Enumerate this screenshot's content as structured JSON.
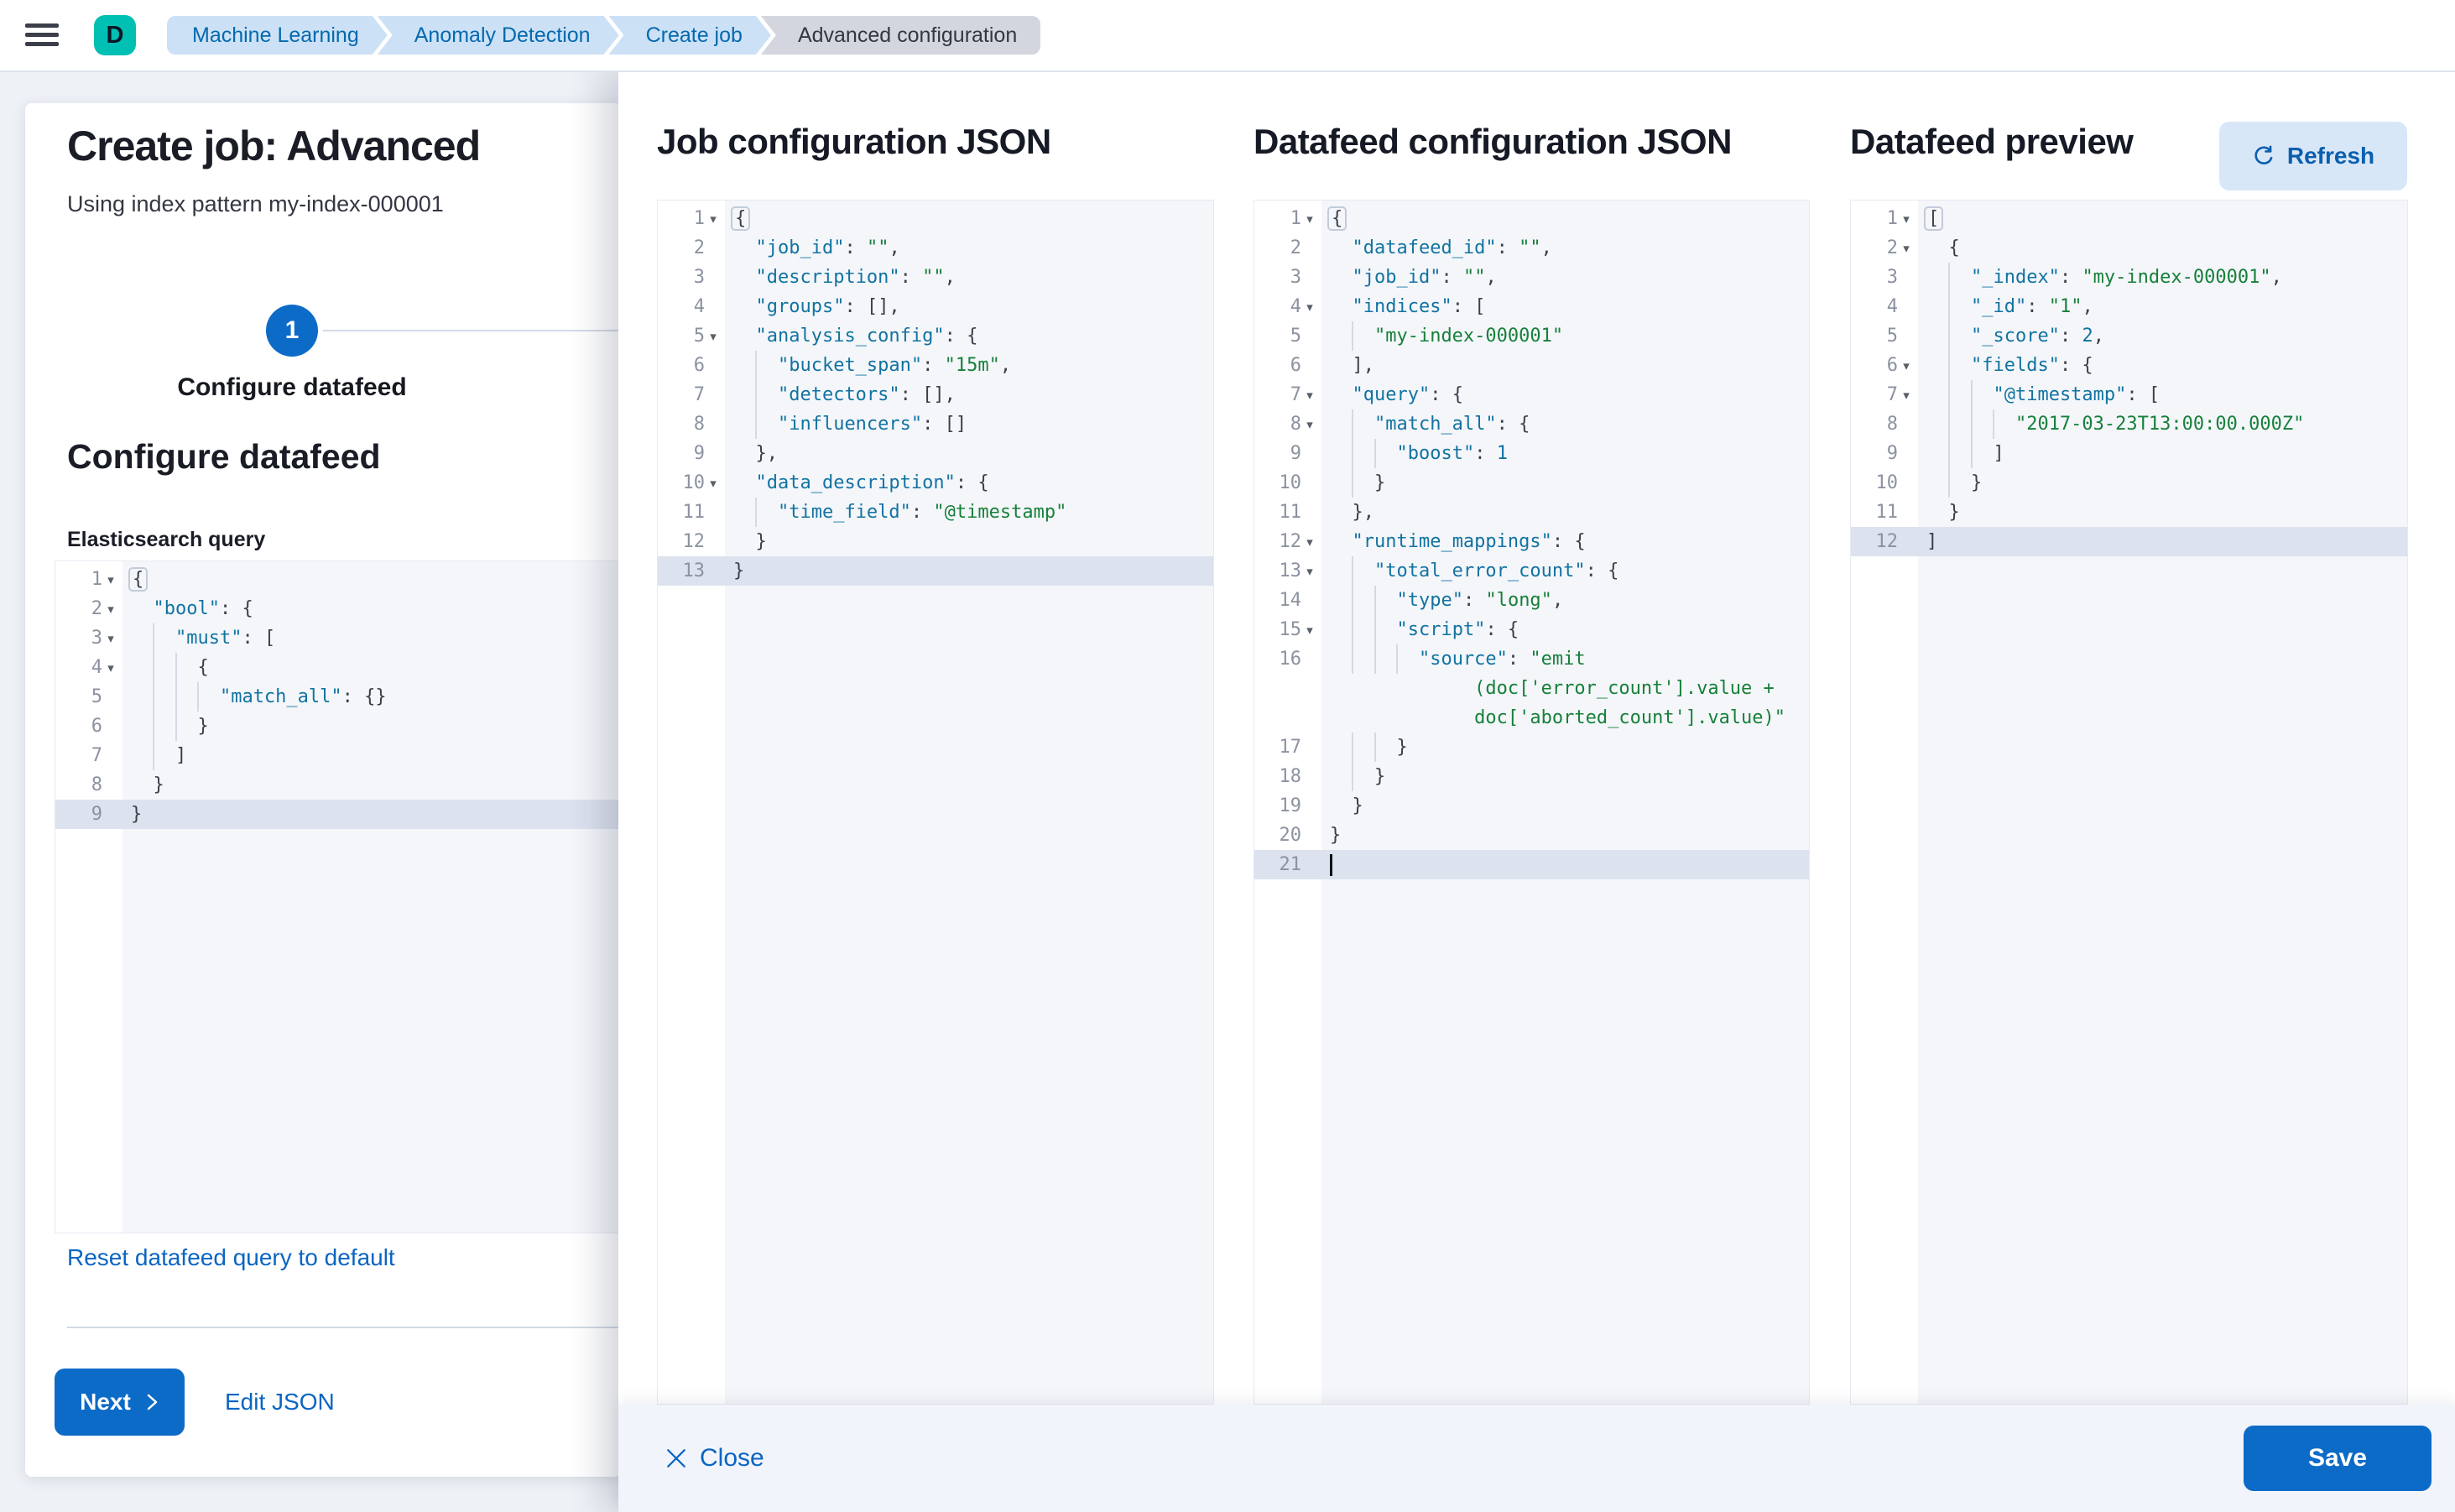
{
  "topbar": {
    "logo_letter": "D",
    "breadcrumbs": [
      {
        "label": "Machine Learning"
      },
      {
        "label": "Anomaly Detection"
      },
      {
        "label": "Create job"
      },
      {
        "label": "Advanced configuration"
      }
    ]
  },
  "wizard": {
    "title": "Create job: Advanced",
    "subtitle": "Using index pattern my-index-000001",
    "step_number": "1",
    "step_label": "Configure datafeed",
    "section_heading": "Configure datafeed",
    "query_label": "Elasticsearch query",
    "reset_link": "Reset datafeed query to default",
    "next_label": "Next",
    "edit_json_label": "Edit JSON"
  },
  "flyout": {
    "columns": [
      {
        "title": "Job configuration JSON"
      },
      {
        "title": "Datafeed configuration JSON"
      },
      {
        "title": "Datafeed preview",
        "refresh_label": "Refresh"
      }
    ],
    "close_label": "Close",
    "save_label": "Save"
  },
  "colors": {
    "primary_blue": "#0d6bc8",
    "link_blue": "#0a65c2",
    "logo_teal": "#00bfb3",
    "breadcrumb_bg": "#cce1f6",
    "breadcrumb_text": "#0569ad",
    "editor_bg": "#f4f6fa",
    "active_line_bg": "#dce2ee",
    "json_key": "#1273a1",
    "json_string": "#17803a",
    "refresh_bg": "#d8e7f8"
  },
  "editors": {
    "es_query": {
      "rows": [
        {
          "n": 1,
          "f": 1,
          "pad": 0,
          "g": 0,
          "t": [
            [
              "pb",
              "{"
            ]
          ]
        },
        {
          "n": 2,
          "f": 1,
          "pad": 2,
          "g": 0,
          "t": [
            [
              "k",
              "\"bool\""
            ],
            [
              "p",
              ": {"
            ]
          ]
        },
        {
          "n": 3,
          "f": 1,
          "pad": 4,
          "g": 1,
          "t": [
            [
              "k",
              "\"must\""
            ],
            [
              "p",
              ": ["
            ]
          ]
        },
        {
          "n": 4,
          "f": 1,
          "pad": 6,
          "g": 2,
          "t": [
            [
              "p",
              "{"
            ]
          ]
        },
        {
          "n": 5,
          "pad": 8,
          "g": 3,
          "t": [
            [
              "k",
              "\"match_all\""
            ],
            [
              "p",
              ": {}"
            ]
          ]
        },
        {
          "n": 6,
          "pad": 6,
          "g": 2,
          "t": [
            [
              "p",
              "}"
            ]
          ]
        },
        {
          "n": 7,
          "pad": 4,
          "g": 1,
          "t": [
            [
              "p",
              "]"
            ]
          ]
        },
        {
          "n": 8,
          "pad": 2,
          "g": 0,
          "t": [
            [
              "p",
              "}"
            ]
          ]
        },
        {
          "n": 9,
          "pad": 0,
          "g": 0,
          "hl": 1,
          "t": [
            [
              "p",
              "}"
            ]
          ]
        }
      ]
    },
    "job_config": {
      "rows": [
        {
          "n": 1,
          "f": 1,
          "pad": 0,
          "g": 0,
          "t": [
            [
              "pb",
              "{"
            ]
          ]
        },
        {
          "n": 2,
          "pad": 2,
          "g": 0,
          "t": [
            [
              "k",
              "\"job_id\""
            ],
            [
              "p",
              ": "
            ],
            [
              "s",
              "\"\""
            ],
            [
              "p",
              ","
            ]
          ]
        },
        {
          "n": 3,
          "pad": 2,
          "g": 0,
          "t": [
            [
              "k",
              "\"description\""
            ],
            [
              "p",
              ": "
            ],
            [
              "s",
              "\"\""
            ],
            [
              "p",
              ","
            ]
          ]
        },
        {
          "n": 4,
          "pad": 2,
          "g": 0,
          "t": [
            [
              "k",
              "\"groups\""
            ],
            [
              "p",
              ": [],"
            ]
          ]
        },
        {
          "n": 5,
          "f": 1,
          "pad": 2,
          "g": 0,
          "t": [
            [
              "k",
              "\"analysis_config\""
            ],
            [
              "p",
              ": {"
            ]
          ]
        },
        {
          "n": 6,
          "pad": 4,
          "g": 1,
          "t": [
            [
              "k",
              "\"bucket_span\""
            ],
            [
              "p",
              ": "
            ],
            [
              "s",
              "\"15m\""
            ],
            [
              "p",
              ","
            ]
          ]
        },
        {
          "n": 7,
          "pad": 4,
          "g": 1,
          "t": [
            [
              "k",
              "\"detectors\""
            ],
            [
              "p",
              ": [],"
            ]
          ]
        },
        {
          "n": 8,
          "pad": 4,
          "g": 1,
          "t": [
            [
              "k",
              "\"influencers\""
            ],
            [
              "p",
              ": []"
            ]
          ]
        },
        {
          "n": 9,
          "pad": 2,
          "g": 0,
          "t": [
            [
              "p",
              "},"
            ]
          ]
        },
        {
          "n": 10,
          "f": 1,
          "pad": 2,
          "g": 0,
          "t": [
            [
              "k",
              "\"data_description\""
            ],
            [
              "p",
              ": {"
            ]
          ]
        },
        {
          "n": 11,
          "pad": 4,
          "g": 1,
          "t": [
            [
              "k",
              "\"time_field\""
            ],
            [
              "p",
              ": "
            ],
            [
              "s",
              "\"@timestamp\""
            ]
          ]
        },
        {
          "n": 12,
          "pad": 2,
          "g": 0,
          "t": [
            [
              "p",
              "}"
            ]
          ]
        },
        {
          "n": 13,
          "pad": 0,
          "g": 0,
          "hl": 1,
          "t": [
            [
              "p",
              "}"
            ]
          ]
        }
      ]
    },
    "datafeed_config": {
      "rows": [
        {
          "n": 1,
          "f": 1,
          "pad": 0,
          "g": 0,
          "t": [
            [
              "pb",
              "{"
            ]
          ]
        },
        {
          "n": 2,
          "pad": 2,
          "g": 0,
          "t": [
            [
              "k",
              "\"datafeed_id\""
            ],
            [
              "p",
              ": "
            ],
            [
              "s",
              "\"\""
            ],
            [
              "p",
              ","
            ]
          ]
        },
        {
          "n": 3,
          "pad": 2,
          "g": 0,
          "t": [
            [
              "k",
              "\"job_id\""
            ],
            [
              "p",
              ": "
            ],
            [
              "s",
              "\"\""
            ],
            [
              "p",
              ","
            ]
          ]
        },
        {
          "n": 4,
          "f": 1,
          "pad": 2,
          "g": 0,
          "t": [
            [
              "k",
              "\"indices\""
            ],
            [
              "p",
              ": ["
            ]
          ]
        },
        {
          "n": 5,
          "pad": 4,
          "g": 1,
          "t": [
            [
              "s",
              "\"my-index-000001\""
            ]
          ]
        },
        {
          "n": 6,
          "pad": 2,
          "g": 0,
          "t": [
            [
              "p",
              "],"
            ]
          ]
        },
        {
          "n": 7,
          "f": 1,
          "pad": 2,
          "g": 0,
          "t": [
            [
              "k",
              "\"query\""
            ],
            [
              "p",
              ": {"
            ]
          ]
        },
        {
          "n": 8,
          "f": 1,
          "pad": 4,
          "g": 1,
          "t": [
            [
              "k",
              "\"match_all\""
            ],
            [
              "p",
              ": {"
            ]
          ]
        },
        {
          "n": 9,
          "pad": 6,
          "g": 2,
          "t": [
            [
              "k",
              "\"boost\""
            ],
            [
              "p",
              ": "
            ],
            [
              "n2",
              "1"
            ]
          ]
        },
        {
          "n": 10,
          "pad": 4,
          "g": 1,
          "t": [
            [
              "p",
              "}"
            ]
          ]
        },
        {
          "n": 11,
          "pad": 2,
          "g": 0,
          "t": [
            [
              "p",
              "},"
            ]
          ]
        },
        {
          "n": 12,
          "f": 1,
          "pad": 2,
          "g": 0,
          "t": [
            [
              "k",
              "\"runtime_mappings\""
            ],
            [
              "p",
              ": {"
            ]
          ]
        },
        {
          "n": 13,
          "f": 1,
          "pad": 4,
          "g": 1,
          "t": [
            [
              "k",
              "\"total_error_count\""
            ],
            [
              "p",
              ": {"
            ]
          ]
        },
        {
          "n": 14,
          "pad": 6,
          "g": 2,
          "t": [
            [
              "k",
              "\"type\""
            ],
            [
              "p",
              ": "
            ],
            [
              "s",
              "\"long\""
            ],
            [
              "p",
              ","
            ]
          ]
        },
        {
          "n": 15,
          "f": 1,
          "pad": 6,
          "g": 2,
          "t": [
            [
              "k",
              "\"script\""
            ],
            [
              "p",
              ": {"
            ]
          ]
        },
        {
          "n": 16,
          "pad": 8,
          "g": 3,
          "t": [
            [
              "k",
              "\"source\""
            ],
            [
              "p",
              ": "
            ],
            [
              "s",
              "\"emit"
            ]
          ]
        },
        {
          "pad": 13,
          "g": 0,
          "t": [
            [
              "s",
              "(doc['error_count'].value +"
            ]
          ]
        },
        {
          "pad": 13,
          "g": 0,
          "t": [
            [
              "s",
              "doc['aborted_count'].value)\""
            ]
          ]
        },
        {
          "n": 17,
          "pad": 6,
          "g": 2,
          "t": [
            [
              "p",
              "}"
            ]
          ]
        },
        {
          "n": 18,
          "pad": 4,
          "g": 1,
          "t": [
            [
              "p",
              "}"
            ]
          ]
        },
        {
          "n": 19,
          "pad": 2,
          "g": 0,
          "t": [
            [
              "p",
              "}"
            ]
          ]
        },
        {
          "n": 20,
          "pad": 0,
          "g": 0,
          "t": [
            [
              "p",
              "}"
            ]
          ]
        },
        {
          "n": 21,
          "pad": 0,
          "g": 0,
          "hl": 1,
          "cur": 1,
          "t": []
        }
      ]
    },
    "datafeed_preview": {
      "rows": [
        {
          "n": 1,
          "f": 1,
          "pad": 0,
          "g": 0,
          "t": [
            [
              "pb",
              "["
            ]
          ]
        },
        {
          "n": 2,
          "f": 1,
          "pad": 2,
          "g": 0,
          "t": [
            [
              "p",
              "{"
            ]
          ]
        },
        {
          "n": 3,
          "pad": 4,
          "g": 1,
          "t": [
            [
              "k",
              "\"_index\""
            ],
            [
              "p",
              ": "
            ],
            [
              "s",
              "\"my-index-000001\""
            ],
            [
              "p",
              ","
            ]
          ]
        },
        {
          "n": 4,
          "pad": 4,
          "g": 1,
          "t": [
            [
              "k",
              "\"_id\""
            ],
            [
              "p",
              ": "
            ],
            [
              "s",
              "\"1\""
            ],
            [
              "p",
              ","
            ]
          ]
        },
        {
          "n": 5,
          "pad": 4,
          "g": 1,
          "t": [
            [
              "k",
              "\"_score\""
            ],
            [
              "p",
              ": "
            ],
            [
              "n2",
              "2"
            ],
            [
              "p",
              ","
            ]
          ]
        },
        {
          "n": 6,
          "f": 1,
          "pad": 4,
          "g": 1,
          "t": [
            [
              "k",
              "\"fields\""
            ],
            [
              "p",
              ": {"
            ]
          ]
        },
        {
          "n": 7,
          "f": 1,
          "pad": 6,
          "g": 2,
          "t": [
            [
              "k",
              "\"@timestamp\""
            ],
            [
              "p",
              ": ["
            ]
          ]
        },
        {
          "n": 8,
          "pad": 8,
          "g": 3,
          "t": [
            [
              "s",
              "\"2017-03-23T13:00:00.000Z\""
            ]
          ]
        },
        {
          "n": 9,
          "pad": 6,
          "g": 2,
          "t": [
            [
              "p",
              "]"
            ]
          ]
        },
        {
          "n": 10,
          "pad": 4,
          "g": 1,
          "t": [
            [
              "p",
              "}"
            ]
          ]
        },
        {
          "n": 11,
          "pad": 2,
          "g": 0,
          "t": [
            [
              "p",
              "}"
            ]
          ]
        },
        {
          "n": 12,
          "pad": 0,
          "g": 0,
          "hl": 1,
          "t": [
            [
              "p",
              "]"
            ]
          ]
        }
      ]
    }
  }
}
